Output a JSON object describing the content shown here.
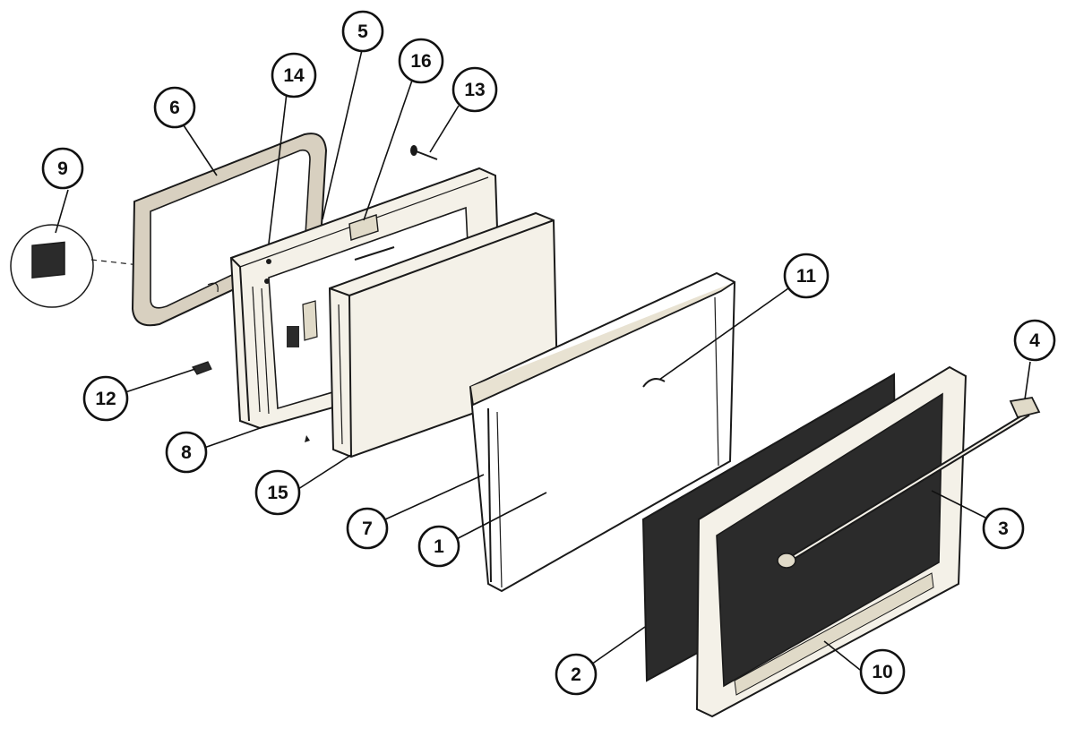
{
  "diagram": {
    "type": "exploded-parts-view",
    "callouts": [
      {
        "id": "c1",
        "label": "1"
      },
      {
        "id": "c2",
        "label": "2"
      },
      {
        "id": "c3",
        "label": "3"
      },
      {
        "id": "c4",
        "label": "4"
      },
      {
        "id": "c5",
        "label": "5"
      },
      {
        "id": "c6",
        "label": "6"
      },
      {
        "id": "c7",
        "label": "7"
      },
      {
        "id": "c8",
        "label": "8"
      },
      {
        "id": "c9",
        "label": "9"
      },
      {
        "id": "c10",
        "label": "10"
      },
      {
        "id": "c11",
        "label": "11"
      },
      {
        "id": "c12",
        "label": "12"
      },
      {
        "id": "c13",
        "label": "13"
      },
      {
        "id": "c14",
        "label": "14"
      },
      {
        "id": "c15",
        "label": "15"
      },
      {
        "id": "c16",
        "label": "16"
      }
    ],
    "colors": {
      "ink": "#1a1a1a",
      "panel": "#f4f1e8",
      "gasket": "#d8d0c0",
      "glass_dark": "#2b2b2b"
    }
  }
}
